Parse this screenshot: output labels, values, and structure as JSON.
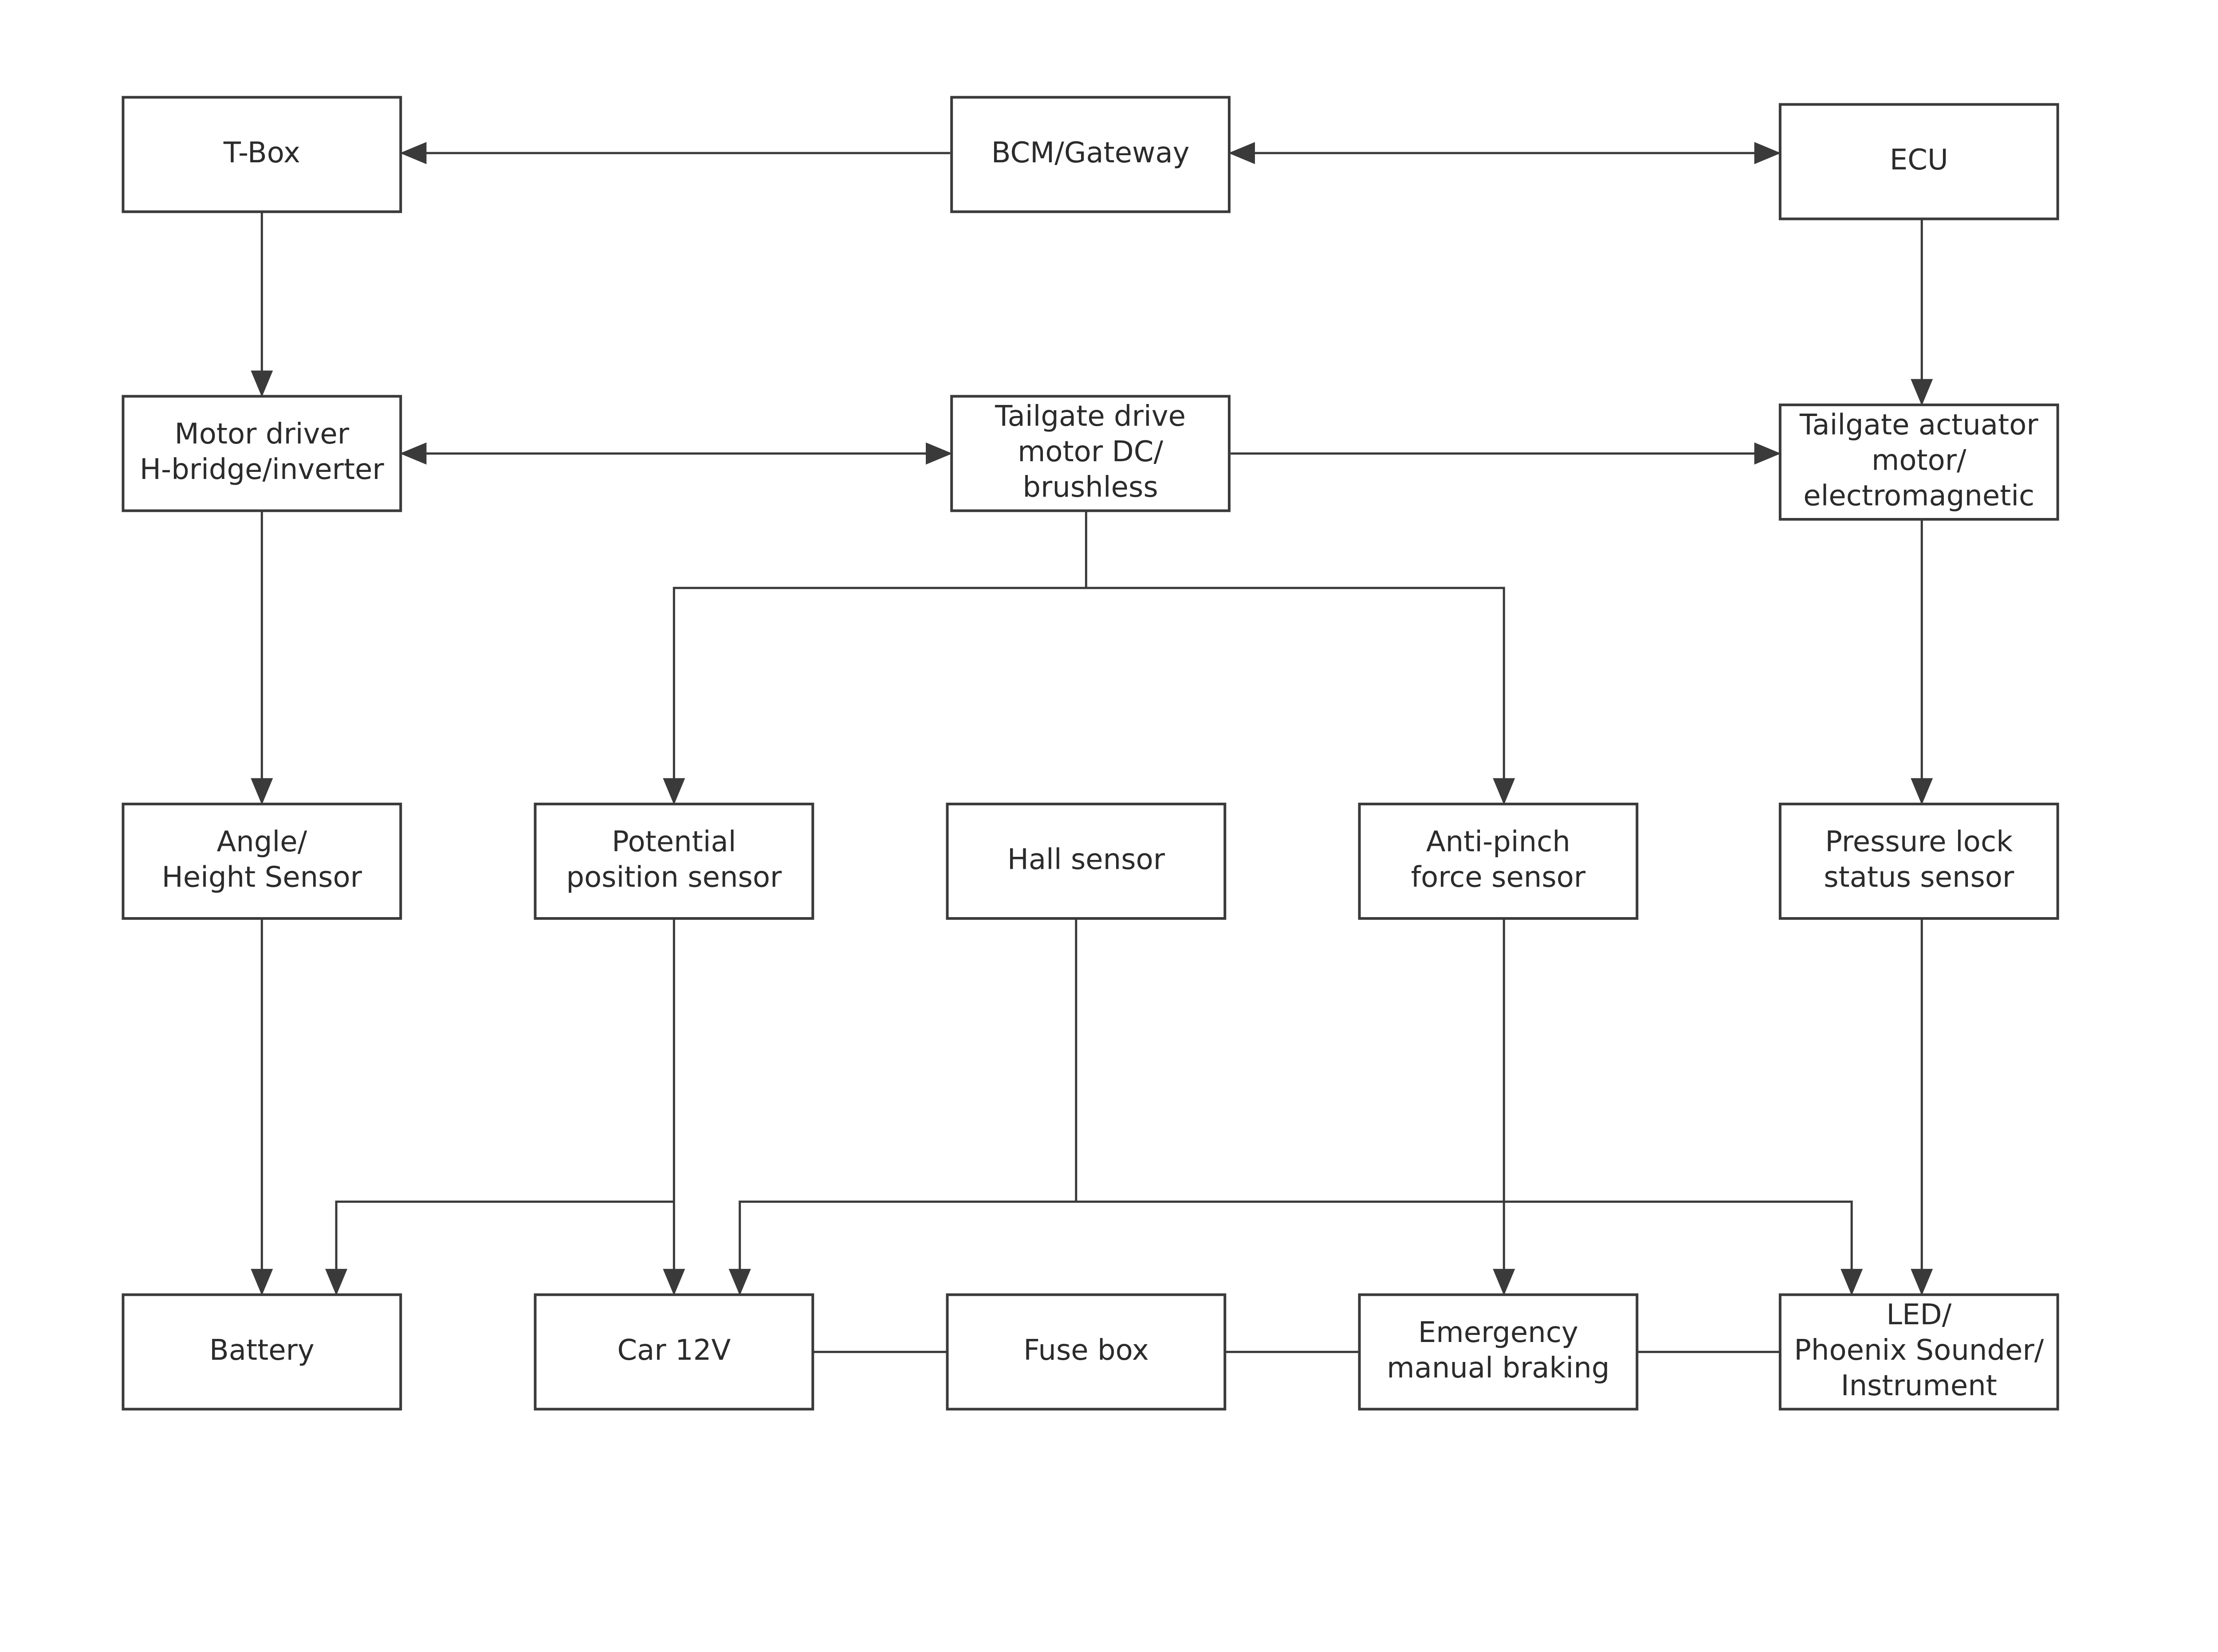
{
  "colors": {
    "background": "#ffffff",
    "stroke": "#3a3a3a",
    "text": "#2b2b2b"
  },
  "nodes": {
    "tbox": {
      "lines": [
        "T-Box"
      ]
    },
    "bcm": {
      "lines": [
        "BCM/Gateway"
      ]
    },
    "ecu": {
      "lines": [
        "ECU"
      ]
    },
    "motordriver": {
      "lines": [
        "Motor driver",
        "H-bridge/inverter"
      ]
    },
    "tailgatedrive": {
      "lines": [
        "Tailgate drive",
        "motor DC/",
        "brushless"
      ]
    },
    "tailgateactuator": {
      "lines": [
        "Tailgate actuator",
        "motor/",
        "electromagnetic"
      ]
    },
    "angle": {
      "lines": [
        "Angle/",
        "Height Sensor"
      ]
    },
    "potential": {
      "lines": [
        "Potential",
        "position sensor"
      ]
    },
    "hall": {
      "lines": [
        "Hall sensor"
      ]
    },
    "antipinch": {
      "lines": [
        "Anti-pinch",
        "force sensor"
      ]
    },
    "pressure": {
      "lines": [
        "Pressure lock",
        "status sensor"
      ]
    },
    "battery": {
      "lines": [
        "Battery"
      ]
    },
    "car12v": {
      "lines": [
        "Car 12V"
      ]
    },
    "fusebox": {
      "lines": [
        "Fuse box"
      ]
    },
    "emergency": {
      "lines": [
        "Emergency",
        "manual braking"
      ]
    },
    "led": {
      "lines": [
        "LED/",
        "Phoenix Sounder/",
        "Instrument"
      ]
    }
  }
}
